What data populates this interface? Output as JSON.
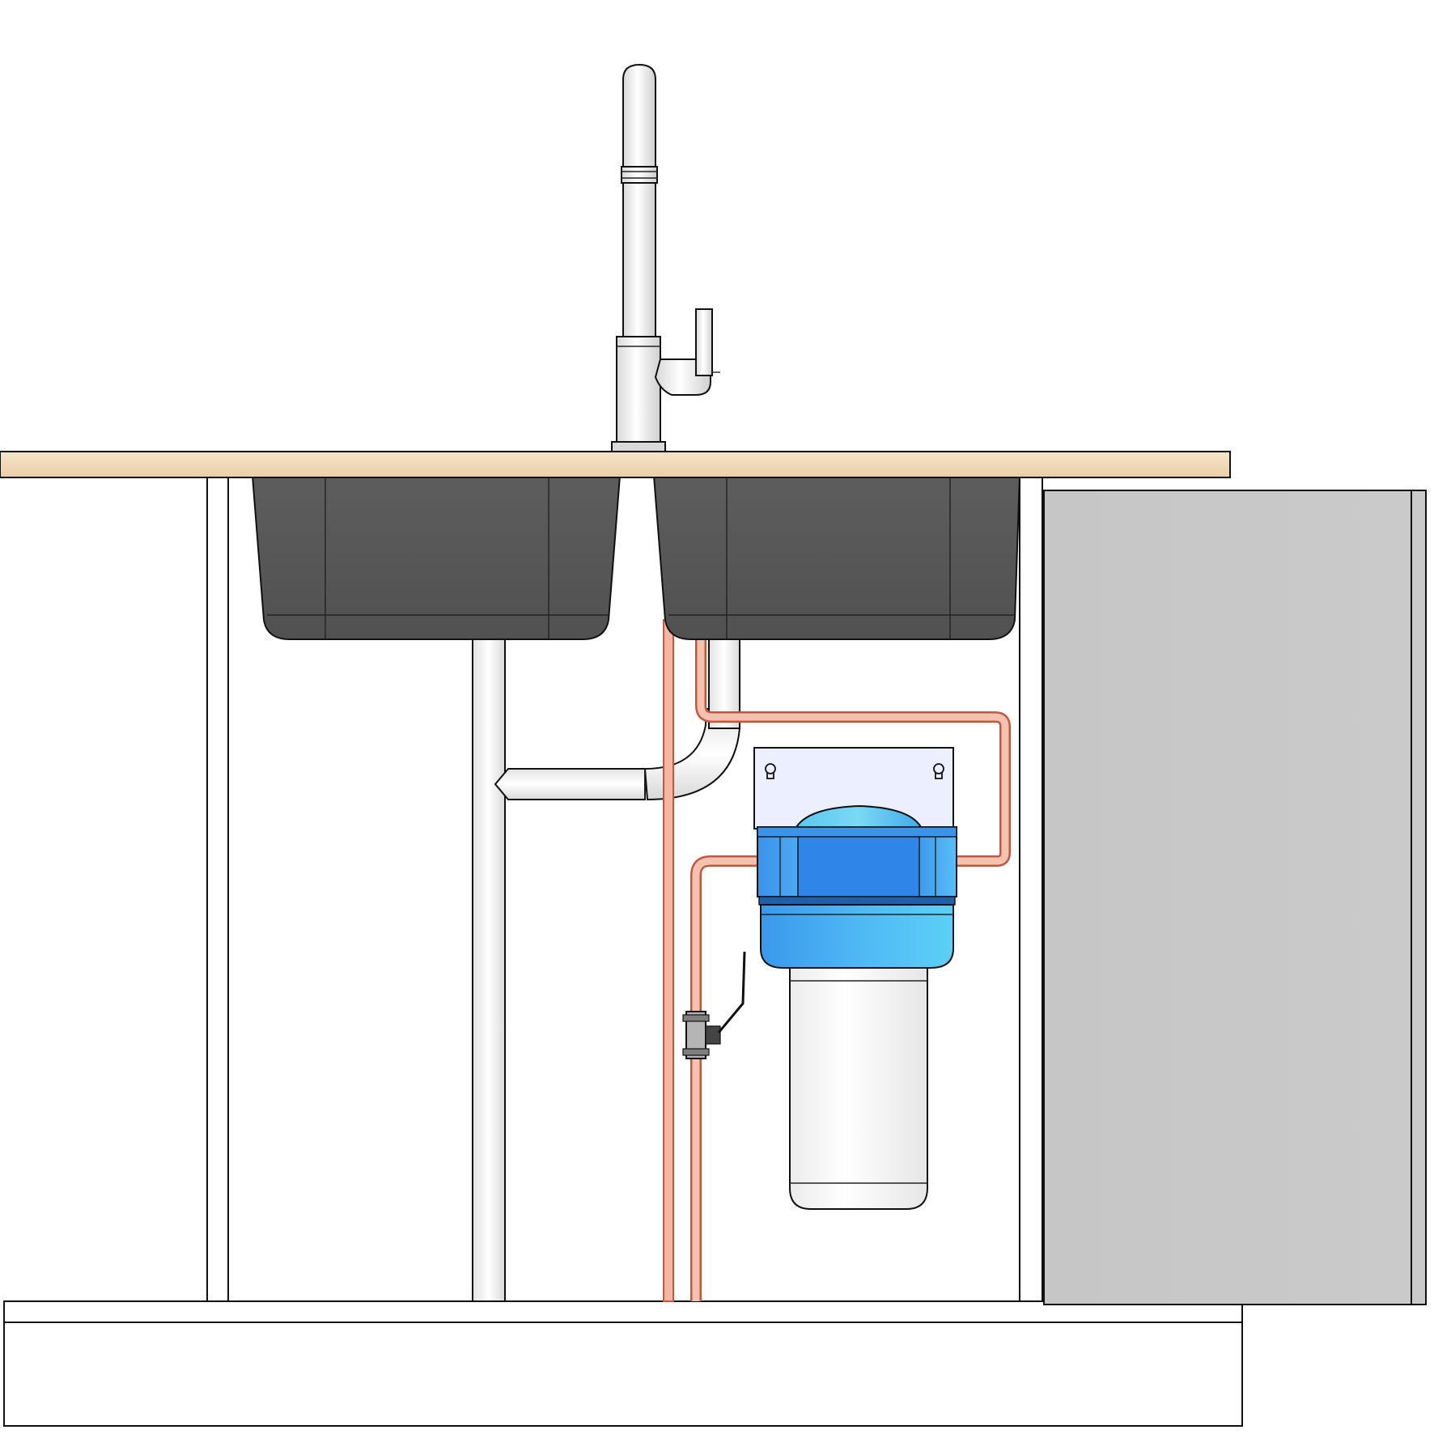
{
  "diagram": {
    "description_visible_text": "",
    "colors": {
      "countertop": "#f3ddc0",
      "countertop_edge": "#e3c8a0",
      "sink_basin": "#5a5a5a",
      "sink_basin_dark": "#4a4a4a",
      "cabinet_line": "#111111",
      "side_panel": "#c8c8c8",
      "drain_pipe": "#f6f6f6",
      "copper_pipe": "#e88d72",
      "copper_pipe_light": "#f6c2b2",
      "filter_head_blue": "#4aa9f2",
      "filter_head_dark": "#2d86e6",
      "filter_ring_blue": "#55c8f4",
      "filter_housing": "#ffffff",
      "bracket": "#eceffd",
      "faucet": "#f2f2f2",
      "valve_metal": "#888888",
      "valve_handle": "#222222"
    },
    "components": [
      "countertop",
      "double-sink",
      "faucet",
      "drain-trap",
      "cold-water-supply-pipe",
      "filtered-water-pipe",
      "ball-valve",
      "whole-house-water-filter",
      "mounting-bracket",
      "cabinet-frame",
      "side-panel",
      "toe-kick-base"
    ]
  }
}
